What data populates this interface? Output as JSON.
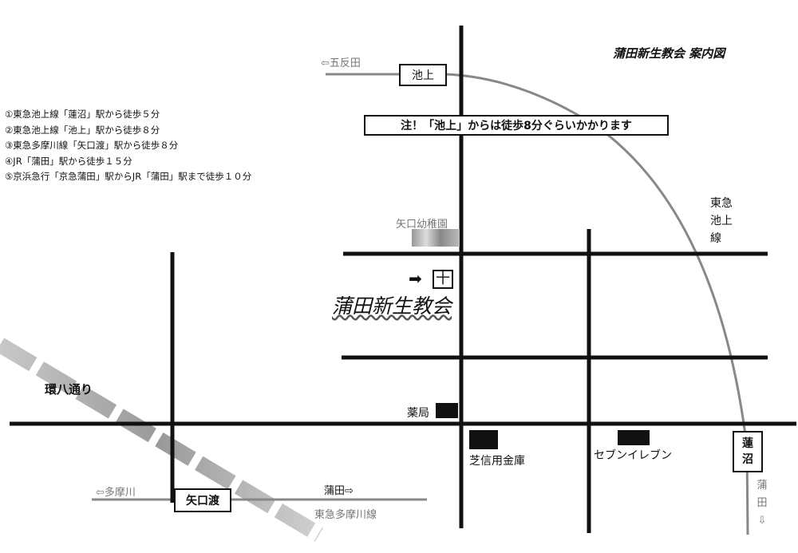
{
  "map": {
    "title": "蒲田新生教会 案内図",
    "church_name": "蒲田新生教会",
    "church_symbol": "十",
    "church_arrow": "➡",
    "note": "注！「池上」からは徒歩8分ぐらいかかります",
    "directions": [
      "①東急池上線「蓮沼」駅から徒歩５分",
      "②東急池上線「池上」駅から徒歩８分",
      "③東急多摩川線「矢口渡」駅から徒歩８分",
      "④JR「蒲田」駅から徒歩１５分",
      "⑤京浜急行「京急蒲田」駅からJR「蒲田」駅まで徒歩１０分"
    ],
    "stations": {
      "ikegami": "池上",
      "hasunuma": "蓮沼",
      "yaguchinowatashi": "矢口渡"
    },
    "directions_arrows": {
      "gotanda": "⇦五反田",
      "tamagawa": "⇦多摩川",
      "kamata_east": "蒲田⇨",
      "kamata_south": "蒲田⇩"
    },
    "lines": {
      "ikegami_line": "東急池上線",
      "tamagawa_line": "東急多摩川線"
    },
    "roads": {
      "kanpachi": "環八通り"
    },
    "landmarks": {
      "kindergarten": "矢口幼稚園",
      "pharmacy": "薬局",
      "shinkin_bank": "芝信用金庫",
      "seven_eleven": "セブンイレブン"
    }
  }
}
